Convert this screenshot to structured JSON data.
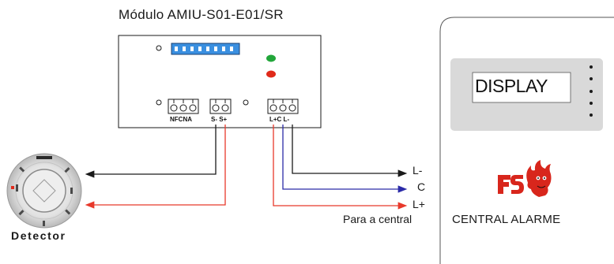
{
  "module": {
    "title": "Módulo AMIU-S01-E01/SR",
    "terminal_labels": {
      "relay": "NFCNA",
      "sensor": "S-  S+",
      "loop": "L+C  L-"
    }
  },
  "detector": {
    "label": "Detector"
  },
  "outputs": {
    "l_minus": "L-",
    "c": "C",
    "l_plus": "L+",
    "note": "Para a central"
  },
  "central": {
    "display": "DISPLAY",
    "name": "CENTRAL ALARME"
  },
  "colors": {
    "wire_black": "#1a1a1a",
    "wire_red": "#e8392b",
    "wire_blue": "#2b2ba8",
    "led_green": "#22a63a",
    "led_red": "#e02a1a",
    "dip_blue": "#3a8fe0",
    "panel_grey": "#d9d9d9"
  }
}
